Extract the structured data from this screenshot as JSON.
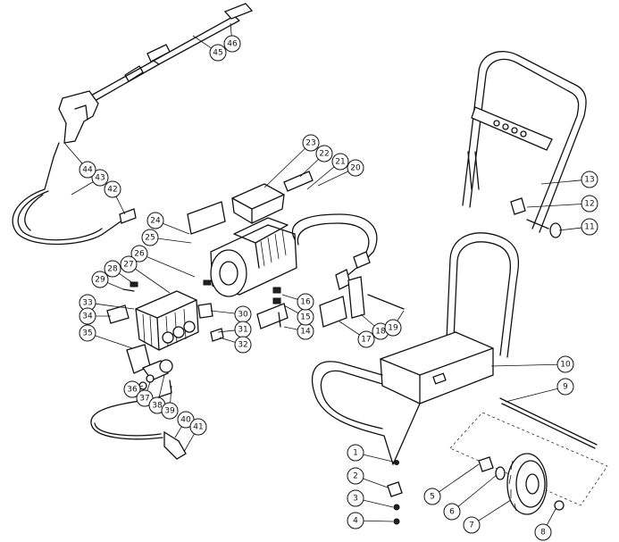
{
  "diagram": {
    "type": "exploded-parts-view",
    "callouts": [
      {
        "label": "1"
      },
      {
        "label": "2"
      },
      {
        "label": "3"
      },
      {
        "label": "4"
      },
      {
        "label": "5"
      },
      {
        "label": "6"
      },
      {
        "label": "7"
      },
      {
        "label": "8"
      },
      {
        "label": "9"
      },
      {
        "label": "10"
      },
      {
        "label": "11"
      },
      {
        "label": "12"
      },
      {
        "label": "13"
      },
      {
        "label": "14"
      },
      {
        "label": "15"
      },
      {
        "label": "16"
      },
      {
        "label": "17"
      },
      {
        "label": "18"
      },
      {
        "label": "19"
      },
      {
        "label": "20"
      },
      {
        "label": "21"
      },
      {
        "label": "22"
      },
      {
        "label": "23"
      },
      {
        "label": "24"
      },
      {
        "label": "25"
      },
      {
        "label": "26"
      },
      {
        "label": "27"
      },
      {
        "label": "28"
      },
      {
        "label": "29"
      },
      {
        "label": "30"
      },
      {
        "label": "31"
      },
      {
        "label": "32"
      },
      {
        "label": "33"
      },
      {
        "label": "34"
      },
      {
        "label": "35"
      },
      {
        "label": "36"
      },
      {
        "label": "37"
      },
      {
        "label": "38"
      },
      {
        "label": "39"
      },
      {
        "label": "40"
      },
      {
        "label": "41"
      },
      {
        "label": "42"
      },
      {
        "label": "43"
      },
      {
        "label": "44"
      },
      {
        "label": "45"
      },
      {
        "label": "46"
      }
    ]
  }
}
